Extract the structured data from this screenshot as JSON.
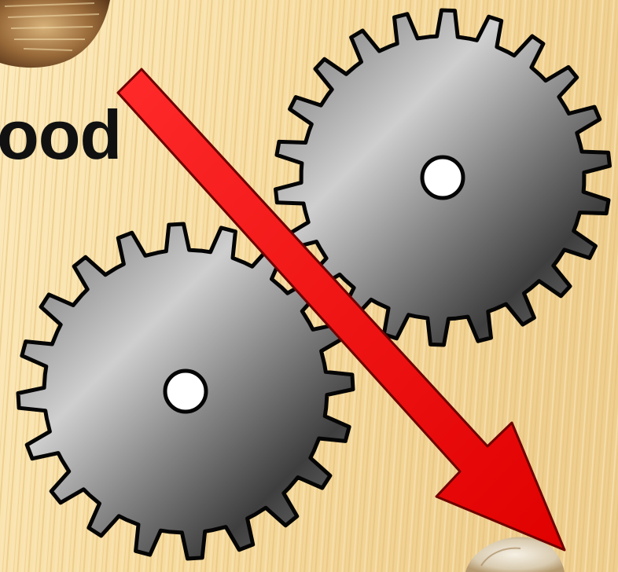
{
  "slide": {
    "title_fragment": "ood",
    "palette": {
      "background_light": "#fbe7b4",
      "background_dark": "#e9c584",
      "arrow": "#f20d0d",
      "arrow_outline": "#6e0000",
      "gear_light": "#c9c9c9",
      "gear_dark": "#3a3a3a",
      "gear_outline": "#050505"
    },
    "graphics": {
      "background": "wheat-straw-texture",
      "top_left": "rice-grains-in-hand-photo",
      "bottom_right": "food-photo-fragment",
      "center": "two-meshing-gears-icon",
      "overlay": "red-diagonal-arrow-icon"
    },
    "gear_teeth": {
      "left_gear": 20,
      "right_gear": 22
    }
  }
}
